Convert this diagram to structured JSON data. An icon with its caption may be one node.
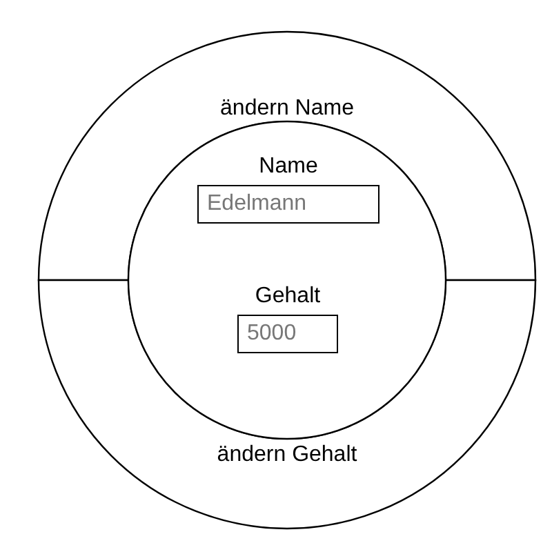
{
  "diagram": {
    "nodes": [
      {
        "text": [
          "ändern Name"
        ]
      },
      {
        "text": [
          "ändern Gehalt"
        ]
      },
      {
        "text": [],
        "shape": "circle"
      },
      {
        "text": [
          "Name",
          "Edelmann"
        ],
        "in": 2
      },
      {
        "text": [
          "Gehalt",
          "5000"
        ],
        "in": 2
      }
    ]
  }
}
